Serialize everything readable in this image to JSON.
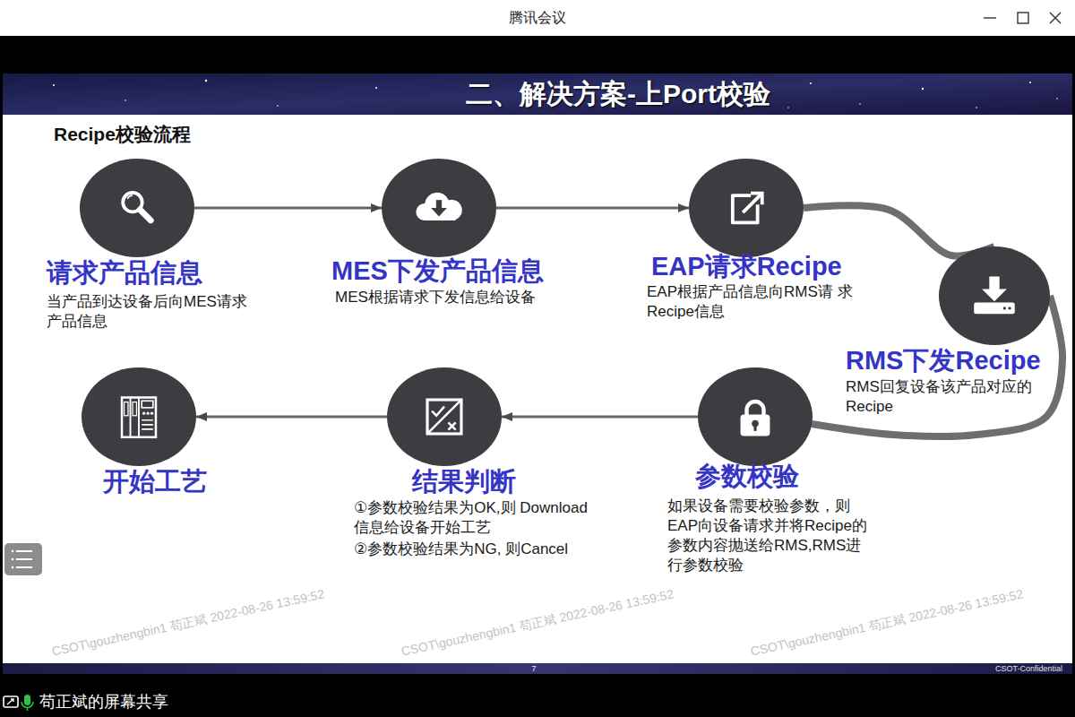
{
  "diagram": {
    "title": "二、解决方案-上Port校验",
    "nodes": [
      {
        "text": [
          "请求产品信息",
          "当产品到达设备后向MES请求 产品信息"
        ]
      },
      {
        "text": [
          "MES下发产品信息",
          "MES根据请求下发信息给设备"
        ]
      },
      {
        "text": [
          "EAP请求Recipe",
          "EAP根据产品信息向RMS请 求Recipe信息"
        ]
      },
      {
        "text": [
          "RMS下发Recipe",
          "RMS回复设备该产品对应的 Recipe"
        ]
      },
      {
        "text": [
          "参数校验",
          "如果设备需要校验参数，则 EAP向设备请求并将Recipe的 参数内容抛送给RMS,RMS进 行参数校验"
        ]
      },
      {
        "text": [
          "结果判断",
          "①参数校验结果为OK,则 Download信息给设备开始工艺",
          "②参数校验结果为NG, 则Cancel"
        ]
      },
      {
        "text": [
          "开始工艺"
        ]
      }
    ],
    "edges": [
      {
        "from": 0,
        "to": 1,
        "arrow": "to"
      },
      {
        "from": 1,
        "to": 2,
        "arrow": "to"
      },
      {
        "from": 2,
        "to": 3,
        "arrow": "none"
      },
      {
        "from": 3,
        "to": 4,
        "arrow": "none"
      },
      {
        "from": 4,
        "to": 5,
        "arrow": "to"
      },
      {
        "from": 5,
        "to": 6,
        "arrow": "to"
      }
    ],
    "labels": [
      "腾讯会议",
      "Recipe校验流程",
      "CSOT\\gouzhengbin1 苟正斌 2022-08-26 13:59:52",
      "CSOT\\gouzhengbin1 苟正斌 2022-08-26 13:59:52",
      "CSOT\\gouzhengbin1 苟正斌 2022-08-26 13:59:52",
      "7",
      "CSOT-Confidential",
      "苟正斌的屏幕共享"
    ]
  }
}
